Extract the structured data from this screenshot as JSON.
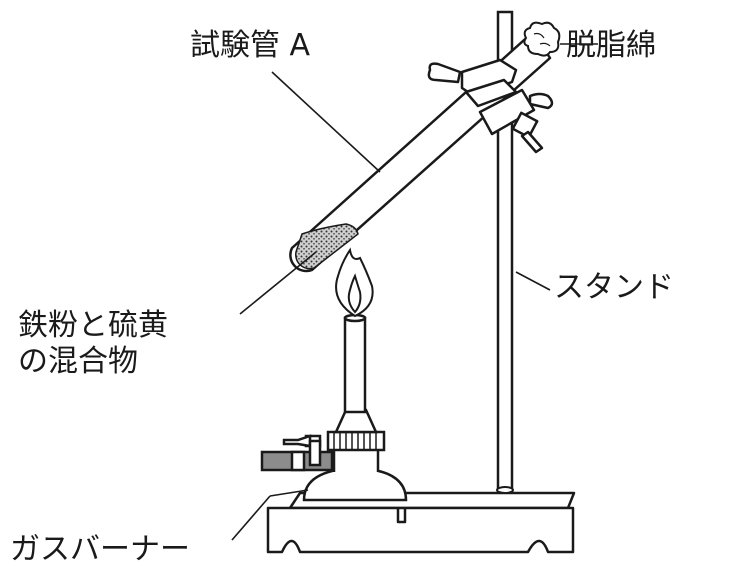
{
  "labels": {
    "test_tube": "試験管 A",
    "cotton": "脱脂綿",
    "stand": "スタンド",
    "mixture_line1": "鉄粉と硫黄",
    "mixture_line2": "の混合物",
    "burner": "ガスバーナー"
  },
  "colors": {
    "line": "#1a1a1a",
    "background": "#ffffff",
    "hose": "#8c8c8c",
    "powder": "#555555"
  }
}
